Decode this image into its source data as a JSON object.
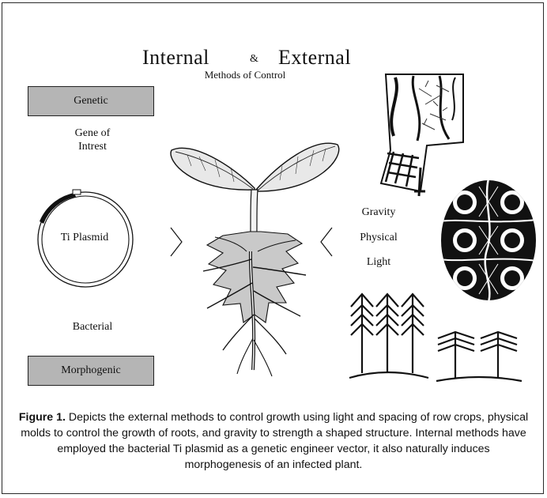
{
  "header": {
    "title_left": "Internal",
    "title_amp": "&",
    "title_right": "External",
    "subtitle": "Methods of Control"
  },
  "internal": {
    "genetic_box": "Genetic",
    "gene_line1": "Gene of",
    "gene_line2": "Intrest",
    "plasmid_label": "Ti Plasmid",
    "bacterial": "Bacterial",
    "morphogenic_box": "Morphogenic"
  },
  "external": {
    "gravity": "Gravity",
    "physical": "Physical",
    "light": "Light"
  },
  "icons": [
    "seedling-illustration",
    "root-mold-illustration",
    "mold-grid-illustration",
    "tall-trees-icon",
    "short-trees-icon",
    "plasmid-ring-icon",
    "bracket-left-icon",
    "bracket-right-icon"
  ],
  "caption": {
    "label": "Figure 1.",
    "text": " Depicts the external methods to control growth using light and spacing of row crops, physical molds to control the growth of roots, and gravity to strength a shaped structure. Internal methods have employed the bacterial Ti plasmid as a genetic engineer vector, it also naturally induces morphogenesis of an infected plant."
  },
  "colors": {
    "box_fill": "#b5b5b5",
    "ink": "#111111",
    "root_fill": "#c9c9c9"
  }
}
